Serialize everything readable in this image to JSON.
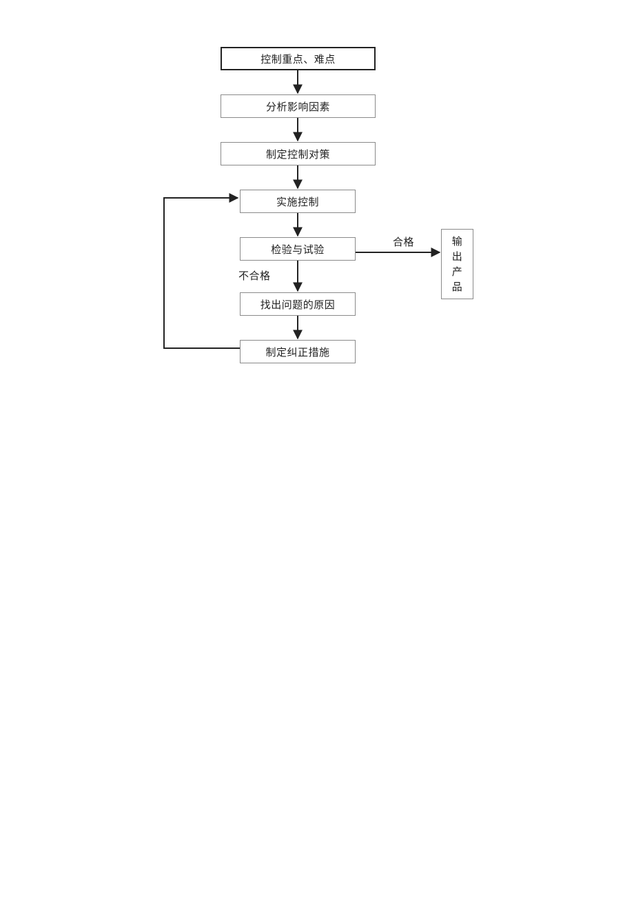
{
  "diagram": {
    "nodes": {
      "control_points": "控制重点、难点",
      "analyze_factors": "分析影响因素",
      "make_measures": "制定控制对策",
      "implement": "实施控制",
      "inspect_test": "检验与试验",
      "find_causes": "找出问题的原因",
      "corrective": "制定纠正措施",
      "output": [
        "输",
        "出",
        "产",
        "品"
      ]
    },
    "edge_labels": {
      "pass": "合格",
      "fail": "不合格"
    },
    "colors": {
      "line": "#222222",
      "box_border": "#8a8a8a",
      "box_border_strong": "#222222"
    }
  }
}
